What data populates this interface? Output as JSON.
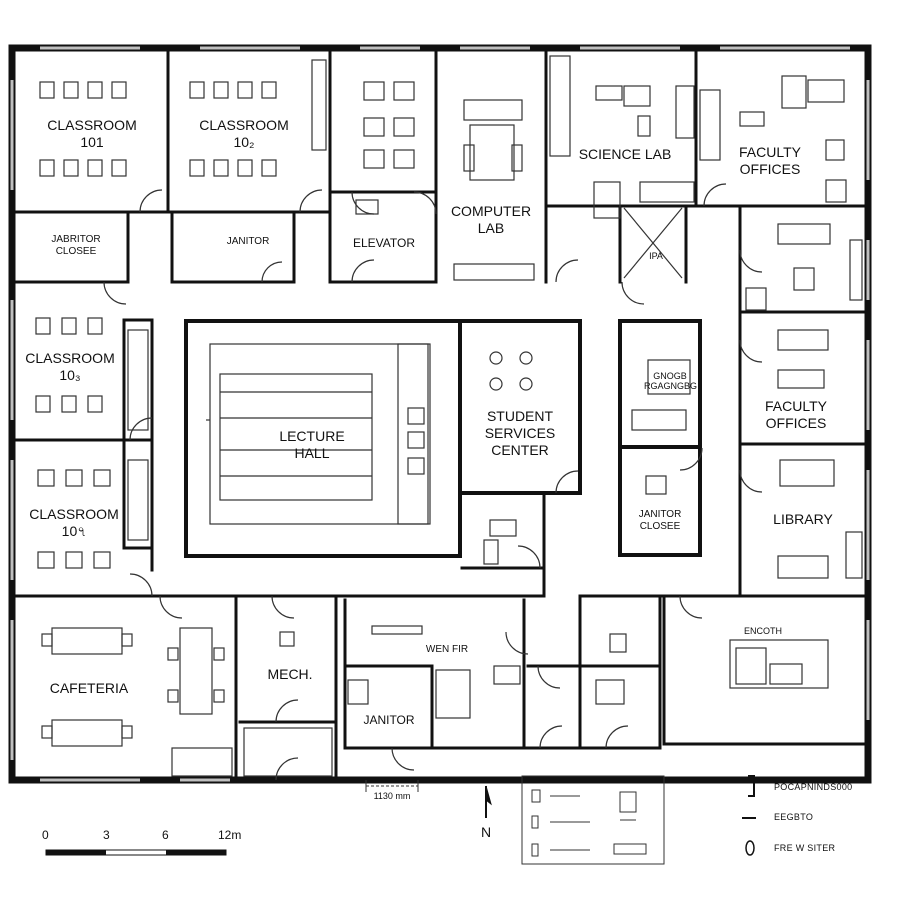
{
  "rooms": {
    "classroom_101": [
      "CLASSROOM",
      "101"
    ],
    "classroom_102": [
      "CLASSROOM",
      "10₂"
    ],
    "classroom_103": [
      "CLASSROOM",
      "10₃"
    ],
    "classroom_104": [
      "CLASSROOM",
      "10৭"
    ],
    "computer_lab": [
      "COMPUTER",
      "LAB"
    ],
    "science_lab": "SCIENCE LAB",
    "faculty_offices_top": [
      "FACULTY",
      "OFFICES"
    ],
    "faculty_offices_mid": [
      "FACULTY",
      "OFFICES"
    ],
    "library": "LIBRARY",
    "janitor_closet_tl": [
      "JABRITOR",
      "CLOSEE"
    ],
    "janitor_top": "JANITOR",
    "elevator": "ELEVATOR",
    "lecture_hall": [
      "LECTURE",
      "HALL"
    ],
    "student_services": [
      "STUDENT",
      "SERVICES",
      "CENTER"
    ],
    "janitor_closet_right": [
      "JANITOR",
      "CLOSEE"
    ],
    "cafeteria": "CAFETERIA",
    "mech": "MECH.",
    "janitor_bottom": "JANITOR",
    "wen_fir": "WEN FIR",
    "encoth": "ENCOTH",
    "ipa": "IPA",
    "small_room_sign": [
      "GNOGB",
      "RGAGNGBG"
    ]
  },
  "dimension_label": "1130 mm",
  "scale_bar": {
    "ticks": [
      "0",
      "3",
      "6",
      "12m"
    ]
  },
  "north_label": "N",
  "legend": [
    "POCAPNINDS000",
    "EEGBTO",
    "FRE W SITER"
  ],
  "colors": {
    "wall": "#111111",
    "line": "#333333",
    "window": "#bfbfbf"
  }
}
